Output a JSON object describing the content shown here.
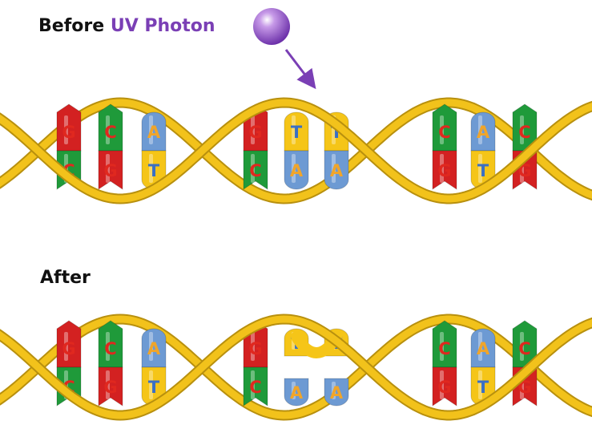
{
  "before": {
    "label": "Before",
    "photon_label_uv": "UV",
    "photon_label_rest": "Photon"
  },
  "after": {
    "label": "After"
  },
  "colors": {
    "backbone": "#f2c21b",
    "G": "#d32121",
    "C": "#1f9a3a",
    "A": "#6d9ad3",
    "T": "#f5c518",
    "letter_red": "#e0281f",
    "letter_orange": "#f0a52a",
    "letter_blue": "#3a6fc4",
    "photon": "#8a45c6"
  },
  "strands": {
    "before": {
      "top": [
        "G",
        "C",
        "A",
        "G",
        "T",
        "T",
        "C",
        "A",
        "C"
      ],
      "bottom": [
        "C",
        "G",
        "T",
        "C",
        "A",
        "A",
        "G",
        "T",
        "G"
      ]
    },
    "after": {
      "top": [
        "G",
        "C",
        "A",
        "G",
        "T",
        "T",
        "C",
        "A",
        "C"
      ],
      "bottom": [
        "C",
        "G",
        "T",
        "C",
        "A",
        "A",
        "G",
        "T",
        "G"
      ]
    }
  },
  "dimer": {
    "pair_indices": [
      4,
      5
    ],
    "bond_icon": "thymine-dimer-bond"
  },
  "icons": {
    "photon": "uv-photon-icon",
    "arrow": "photon-arrow-icon"
  }
}
